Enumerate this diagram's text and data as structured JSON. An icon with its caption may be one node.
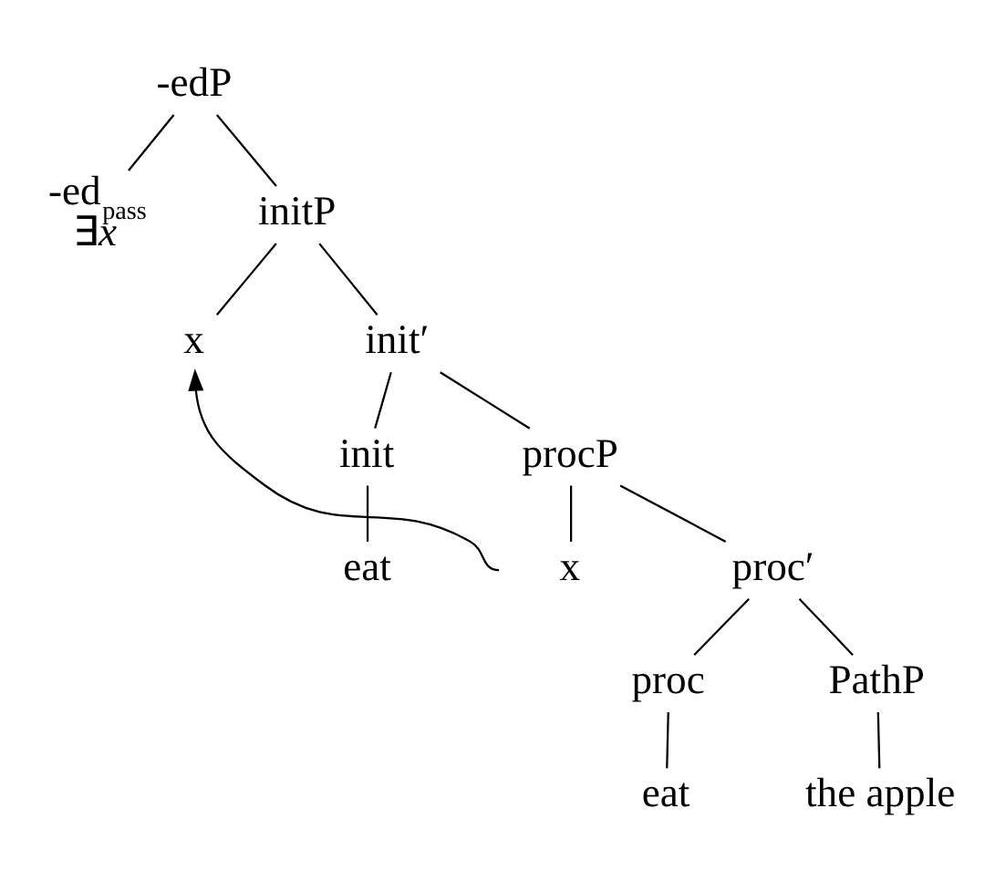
{
  "diagram": {
    "nodes": [
      {
        "text": [
          "-edP"
        ]
      },
      {
        "text": [
          "-ed$_{pass}$",
          "∃*x*"
        ]
      },
      {
        "text": [
          "initP"
        ]
      },
      {
        "text": [
          "x"
        ]
      },
      {
        "text": [
          "init′"
        ]
      },
      {
        "text": [
          "init"
        ]
      },
      {
        "text": [
          "procP"
        ]
      },
      {
        "text": [
          "eat"
        ]
      },
      {
        "text": [
          "x"
        ]
      },
      {
        "text": [
          "proc′"
        ]
      },
      {
        "text": [
          "proc"
        ]
      },
      {
        "text": [
          "PathP"
        ]
      },
      {
        "text": [
          "eat"
        ]
      },
      {
        "text": [
          "the apple"
        ]
      }
    ],
    "edges": [
      {
        "from": 0,
        "to": 1,
        "arrow": "none"
      },
      {
        "from": 0,
        "to": 2,
        "arrow": "none"
      },
      {
        "from": 2,
        "to": 3,
        "arrow": "none"
      },
      {
        "from": 2,
        "to": 4,
        "arrow": "none"
      },
      {
        "from": 4,
        "to": 5,
        "arrow": "none"
      },
      {
        "from": 4,
        "to": 6,
        "arrow": "none"
      },
      {
        "from": 5,
        "to": 7,
        "arrow": "none"
      },
      {
        "from": 6,
        "to": 8,
        "arrow": "none"
      },
      {
        "from": 6,
        "to": 9,
        "arrow": "none"
      },
      {
        "from": 9,
        "to": 10,
        "arrow": "none"
      },
      {
        "from": 9,
        "to": 11,
        "arrow": "none"
      },
      {
        "from": 10,
        "to": 12,
        "arrow": "none"
      },
      {
        "from": 11,
        "to": 13,
        "arrow": "none"
      },
      {
        "from": 8,
        "to": 3,
        "arrow": "to"
      }
    ]
  }
}
